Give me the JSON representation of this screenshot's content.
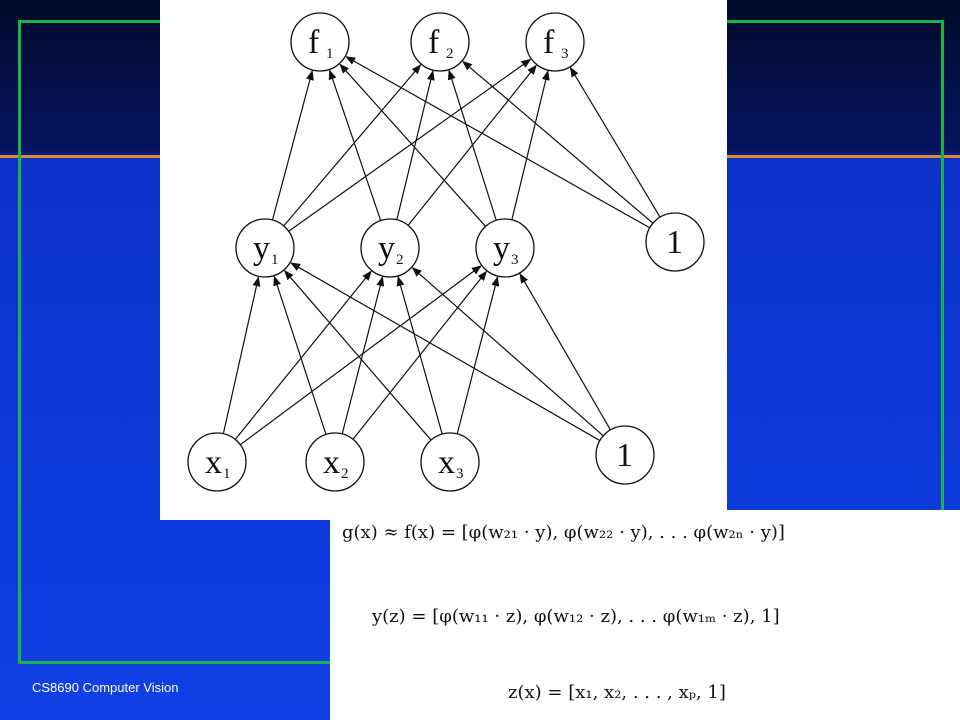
{
  "slide": {
    "footer": "CS8690 Computer Vision",
    "colors": {
      "frame": "#19b34a",
      "rule": "#e08a2c",
      "background": "#0b32c8"
    }
  },
  "diagram": {
    "output_nodes": [
      {
        "label": "f",
        "sub": "1"
      },
      {
        "label": "f",
        "sub": "2"
      },
      {
        "label": "f",
        "sub": "3"
      }
    ],
    "hidden_nodes": [
      {
        "label": "y",
        "sub": "1"
      },
      {
        "label": "y",
        "sub": "2"
      },
      {
        "label": "y",
        "sub": "3"
      },
      {
        "label": "1",
        "sub": ""
      }
    ],
    "input_nodes": [
      {
        "label": "x",
        "sub": "1"
      },
      {
        "label": "x",
        "sub": "2"
      },
      {
        "label": "x",
        "sub": "3"
      },
      {
        "label": "1",
        "sub": ""
      }
    ]
  },
  "equations": {
    "eq1": "g(x) ≈ f(x) = [φ(w₂₁ · y), φ(w₂₂ · y), . . . φ(w₂ₙ · y)]",
    "eq2": "y(z) = [φ(w₁₁ · z), φ(w₁₂ · z), . . . φ(w₁ₘ · z), 1]",
    "eq3": "z(x) = [x₁, x₂, . . . , xₚ, 1]"
  }
}
